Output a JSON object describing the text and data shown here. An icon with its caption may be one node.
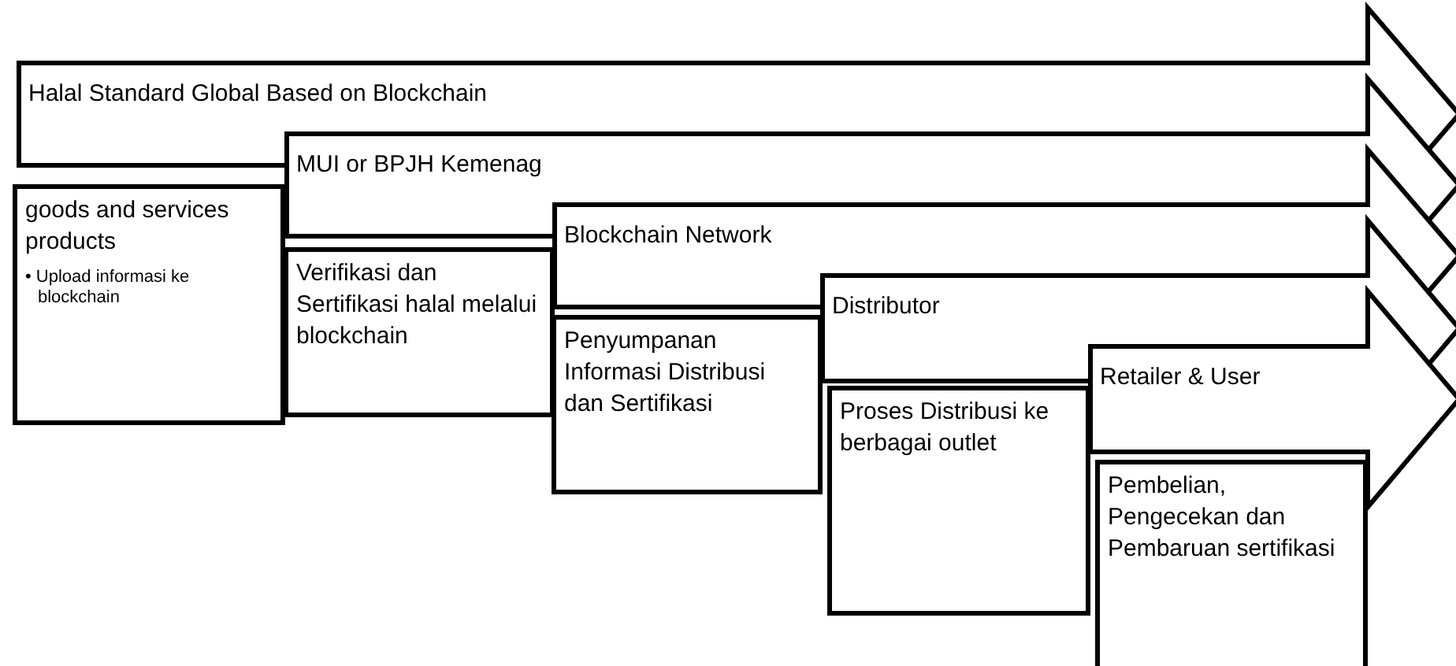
{
  "diagram": {
    "nodes": [
      {
        "text": [
          "Halal Standard Global Based on Blockchain"
        ]
      },
      {
        "text": [
          "MUI or BPJH Kemenag"
        ]
      },
      {
        "text": [
          "goods and services products",
          "• Upload informasi ke blockchain"
        ]
      },
      {
        "text": [
          "Blockchain Network"
        ]
      },
      {
        "text": [
          "Verifikasi dan Sertifikasi halal melalui blockchain"
        ]
      },
      {
        "text": [
          "Distributor"
        ]
      },
      {
        "text": [
          "Penyumpanan Informasi Distribusi dan Sertifikasi"
        ]
      },
      {
        "text": [
          "Retailer & User"
        ]
      },
      {
        "text": [
          "Proses Distribusi ke berbagai outlet"
        ]
      },
      {
        "text": [
          "Pembelian, Pengecekan dan Pembaruan sertifikasi"
        ]
      }
    ],
    "edges": []
  }
}
